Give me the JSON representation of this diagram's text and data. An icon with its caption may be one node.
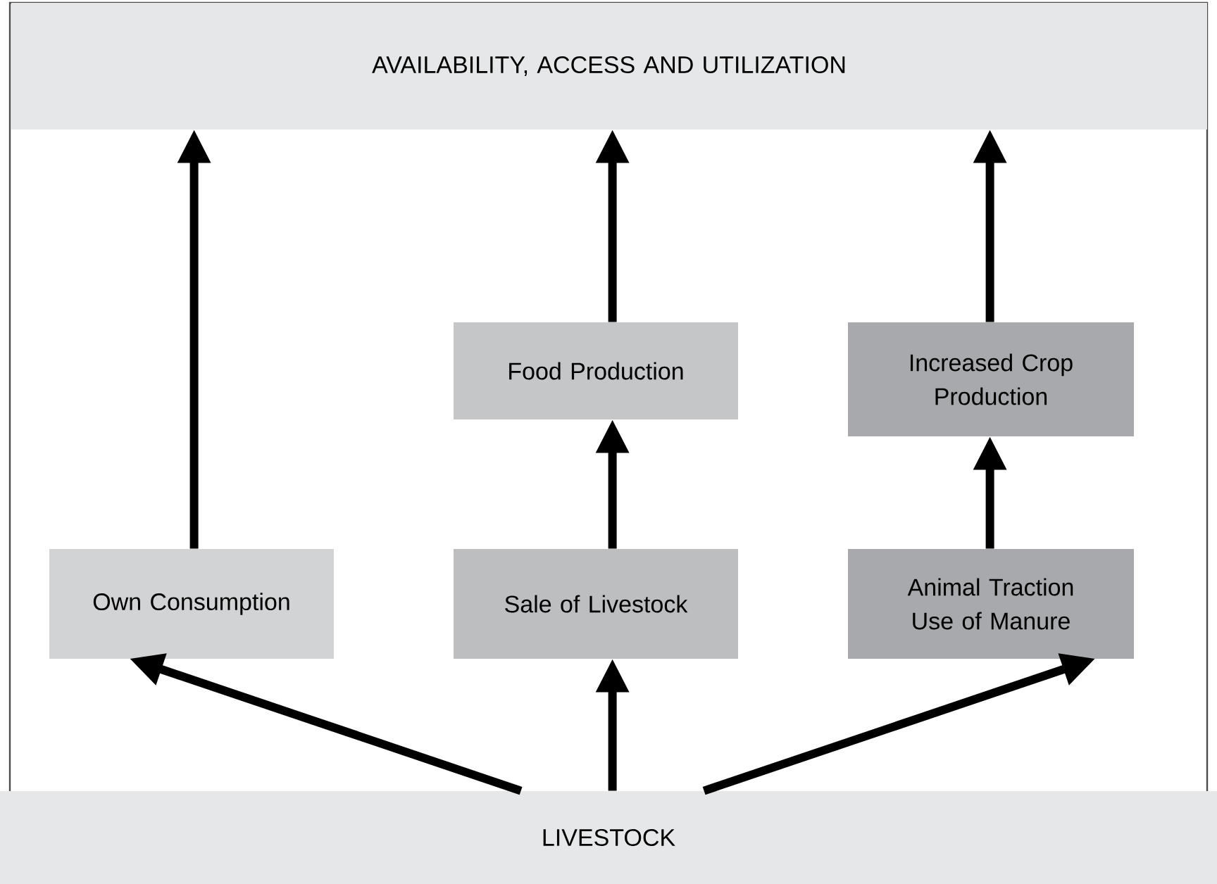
{
  "diagram": {
    "nodes": [
      {
        "text": [
          "AVAILABILITY, ACCESS AND UTILIZATION"
        ]
      },
      {
        "text": [
          "Food Production"
        ]
      },
      {
        "text": [
          "Increased Crop Production"
        ]
      },
      {
        "text": [
          "Own Consumption"
        ]
      },
      {
        "text": [
          "Sale of Livestock"
        ]
      },
      {
        "text": [
          "Animal Traction Use of Manure"
        ]
      },
      {
        "text": [
          "LIVESTOCK"
        ]
      }
    ],
    "edges": [
      {
        "from": 6,
        "to": 3,
        "arrow": "to"
      },
      {
        "from": 6,
        "to": 4,
        "arrow": "to"
      },
      {
        "from": 6,
        "to": 5,
        "arrow": "to"
      },
      {
        "from": 3,
        "to": 0,
        "arrow": "to"
      },
      {
        "from": 4,
        "to": 1,
        "arrow": "to"
      },
      {
        "from": 1,
        "to": 0,
        "arrow": "to"
      },
      {
        "from": 5,
        "to": 2,
        "arrow": "to"
      },
      {
        "from": 2,
        "to": 0,
        "arrow": "to"
      }
    ]
  }
}
